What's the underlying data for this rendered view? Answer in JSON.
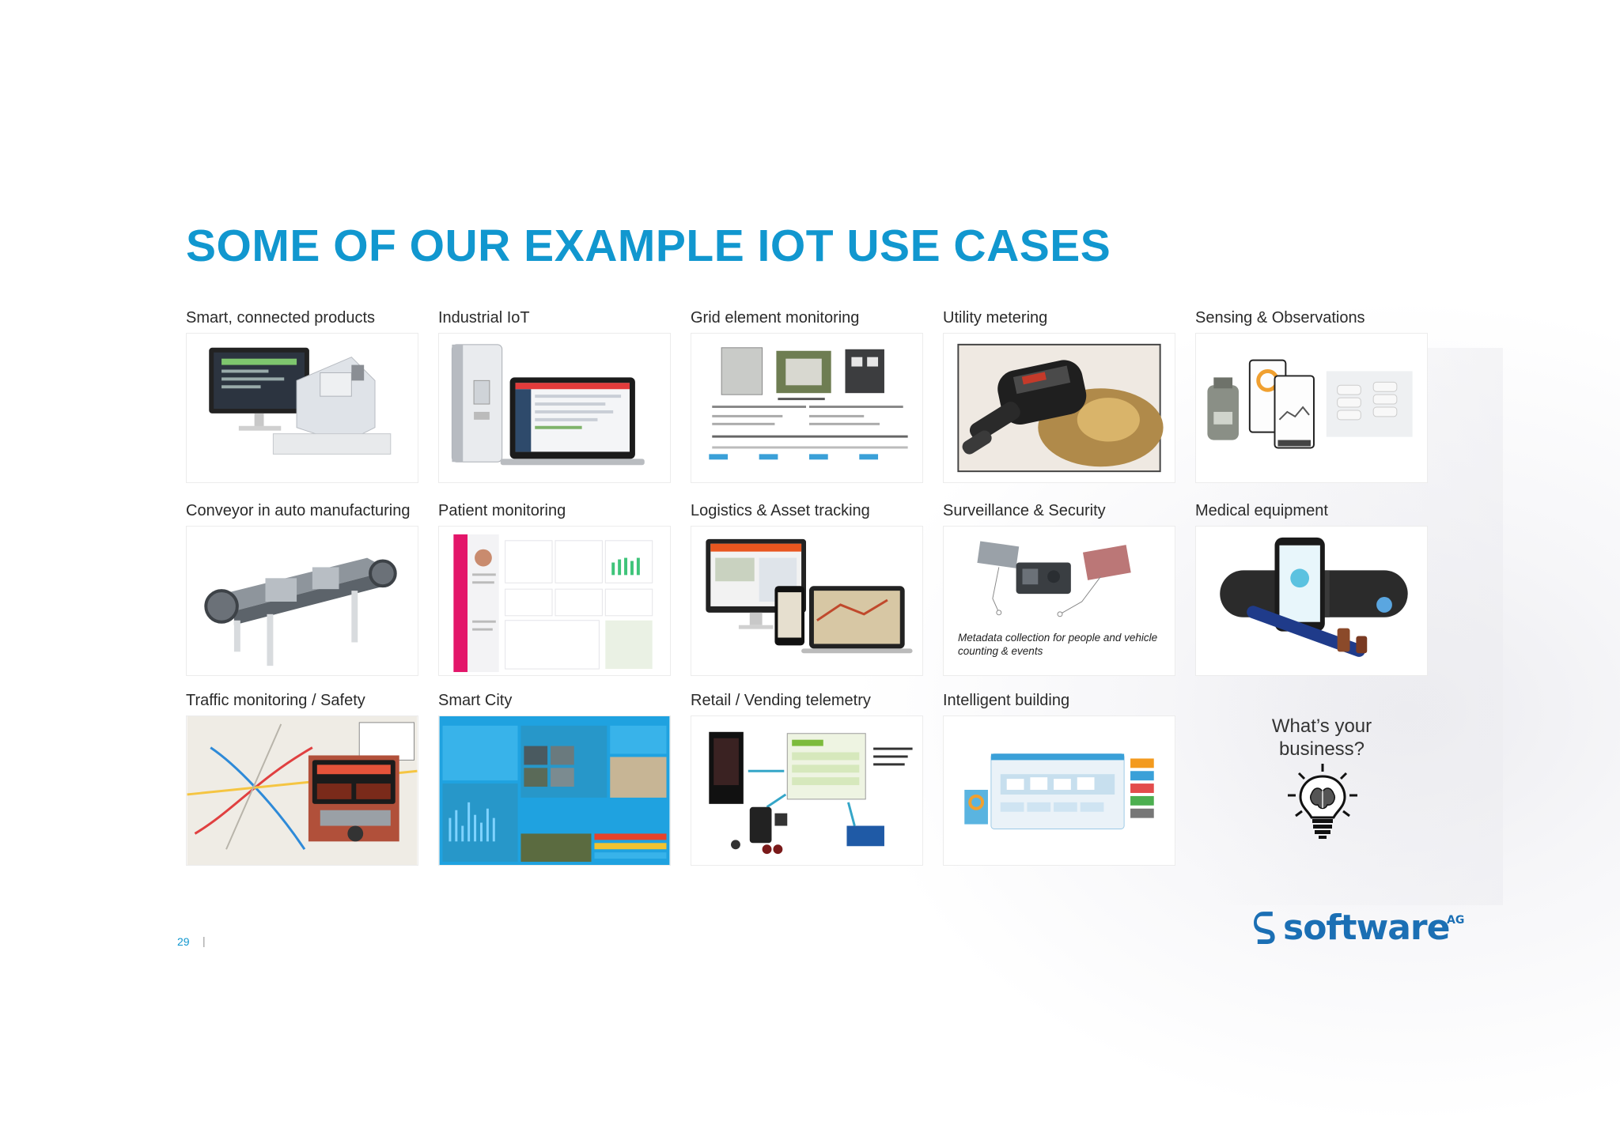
{
  "slide": {
    "title": "SOME OF OUR EXAMPLE IOT USE CASES",
    "page_number": "29",
    "separator": "|",
    "accent_color": "#1197cf"
  },
  "tiles": [
    {
      "label": "Smart, connected products"
    },
    {
      "label": "Industrial IoT"
    },
    {
      "label": "Grid element monitoring"
    },
    {
      "label": "Utility metering"
    },
    {
      "label": "Sensing & Observations"
    },
    {
      "label": "Conveyor in auto manufacturing"
    },
    {
      "label": "Patient monitoring"
    },
    {
      "label": "Logistics & Asset tracking"
    },
    {
      "label": "Surveillance & Security",
      "caption": "Metadata collection for people and vehicle counting & events"
    },
    {
      "label": "Medical equipment"
    },
    {
      "label": "Traffic monitoring / Safety"
    },
    {
      "label": "Smart City"
    },
    {
      "label": "Retail / Vending telemetry"
    },
    {
      "label": "Intelligent building"
    }
  ],
  "business_prompt": {
    "line1": "What’s your",
    "line2": "business?",
    "icon": "lightbulb-brain-icon"
  },
  "logo": {
    "text": "software",
    "suffix": "AG",
    "icon": "software-ag-s-logo",
    "color": "#1b6fb4"
  }
}
